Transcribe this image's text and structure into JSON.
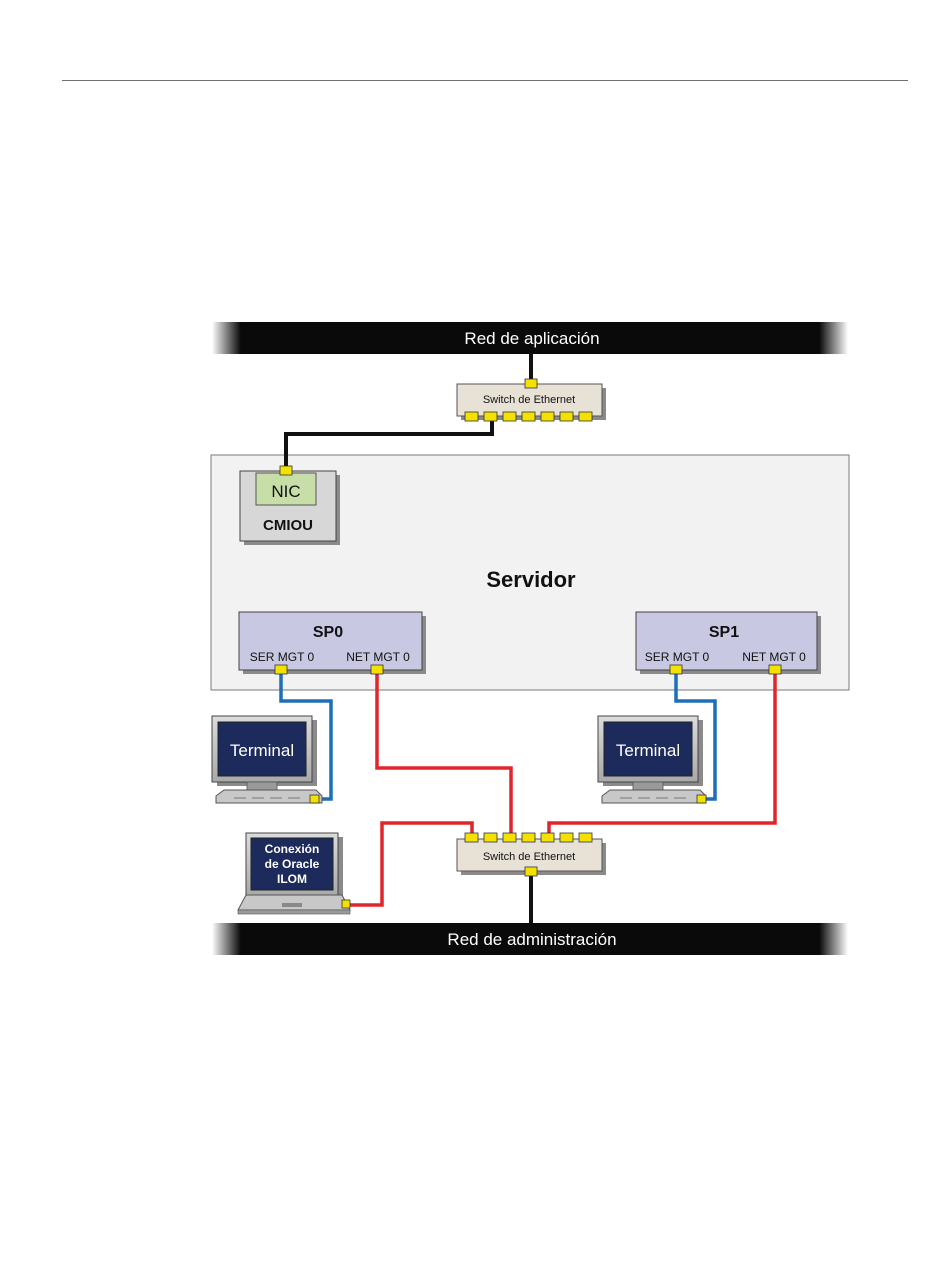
{
  "networks": {
    "application": "Red de aplicación",
    "management": "Red de administración"
  },
  "switch_label": "Switch de Ethernet",
  "server": {
    "title": "Servidor",
    "cmiou_label": "CMIOU",
    "nic_label": "NIC",
    "sp0": {
      "title": "SP0",
      "ser_port": "SER MGT 0",
      "net_port": "NET MGT 0"
    },
    "sp1": {
      "title": "SP1",
      "ser_port": "SER MGT 0",
      "net_port": "NET MGT 0"
    }
  },
  "terminal_label": "Terminal",
  "ilom": {
    "line1": "Conexión",
    "line2": "de Oracle",
    "line3": "ILOM"
  },
  "colors": {
    "serial_cable": "#1f6fb8",
    "network_cable": "#e0262b",
    "app_cable": "#111111",
    "port": "#f5e100",
    "sp_box": "#c9c8e2",
    "switch_box": "#e7e1d6",
    "nic": "#c7dea9",
    "server_box": "#f2f2f2",
    "screen": "#1c2a5c"
  }
}
